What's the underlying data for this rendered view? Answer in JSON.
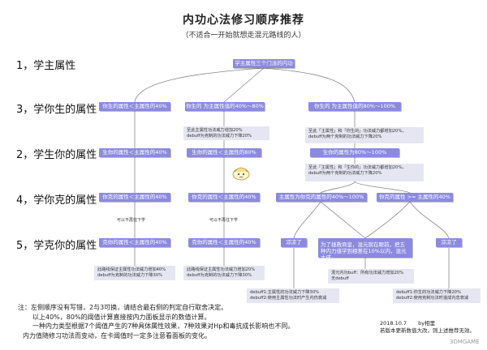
{
  "title": "内功心法修习顺序推荐",
  "subtitle": "（不适合一开始就想走混元路线的人）",
  "rows": [
    "1，学主属性",
    "3，学你生的属性",
    "2，学生你的属性",
    "4，学你克的属性",
    "5，学克你的属性"
  ],
  "nodes": {
    "root": "学主属性三个门派的内功",
    "r3_a": "你生的属性＜主属性的40%",
    "r3_b": "你生的 为主属性值的40%～80%",
    "r3_c": "你生的 为主属性值的80%～100%",
    "r2_a": "生你的属性＜主属性的40%",
    "r2_b": "生你的属性＜主属性的80%",
    "r2_c": "生你的属性为80%～100%",
    "r4_a": "你克的属性＜主属性的40%",
    "r4_b": "你克的属性＜主属性的40%",
    "r4_c": "主属性为你克的属性的40%～100%",
    "r4_d": "你克的属性 >= 主属性的40%",
    "r5_a": "克你的属性＜主属性的40%",
    "r5_b": "克你的属性＜主属性的40%",
    "r5_c": "凉凉了",
    "r5_d": "为了拯救商皇，混元就在眼前，把五种内力值学到相差在10%以内，混元大成。",
    "r5_e": "凉凉了"
  },
  "notes": {
    "n1": "至此主属性功法威力增加20%\ndebuff为克制的功法威力下降20%",
    "n2": "至此「主属性」和「你生的」功法威力都增加20%，\ndebuff为两个克制的功法威力下降20%",
    "n3": "至此「主属性」和「生你的」功法威力都增加20%，\ndebuff为两个克制的功法威力下降20%",
    "n4": "此路线保证主属性功法威力增加40%\ndebuff为克制的功法威力下降30%",
    "n5": "此路线保证主属性功法威力增加20%\ndebuff为克制的功法威力下降30%",
    "n6": "混元内功buff：所有功法威力增加20%\n无debuff",
    "n7": "debuff1:主属性的功法威力下降30%\ndebuff2:使用主属性功法时产生内伤衰减",
    "n8": "debuff1:你生的功法威力下降20%\ndebuff2:使用克制功法时造成内息衰减"
  },
  "small_texts": {
    "t1": "可以不再往下学",
    "t2": "可以不再往下学"
  },
  "footer_lines": [
    "注：左侧顺序没有写错，2与3可换，请结合最右侧的判定自行取舍决定。",
    "以上40%，80%的阈值计算直接按内力面板显示的数值计算。",
    "一种内力类型根据7个阈值产生的7种具体属性效果，7种效果对Hp和毒抗成长影响也不同。",
    "内力值随修习功法而变动，在卡阈值时一定多注意看面板的变化。"
  ],
  "meta": {
    "date": "2018.10.7",
    "author": "by相里",
    "note": "若版本更新数值大改，则上述推荐无效。"
  },
  "watermark": "3DMGAME",
  "colors": {
    "node_bg": "#8c8ae0",
    "note_bg": "#e6e6f2",
    "line": "#888888"
  }
}
